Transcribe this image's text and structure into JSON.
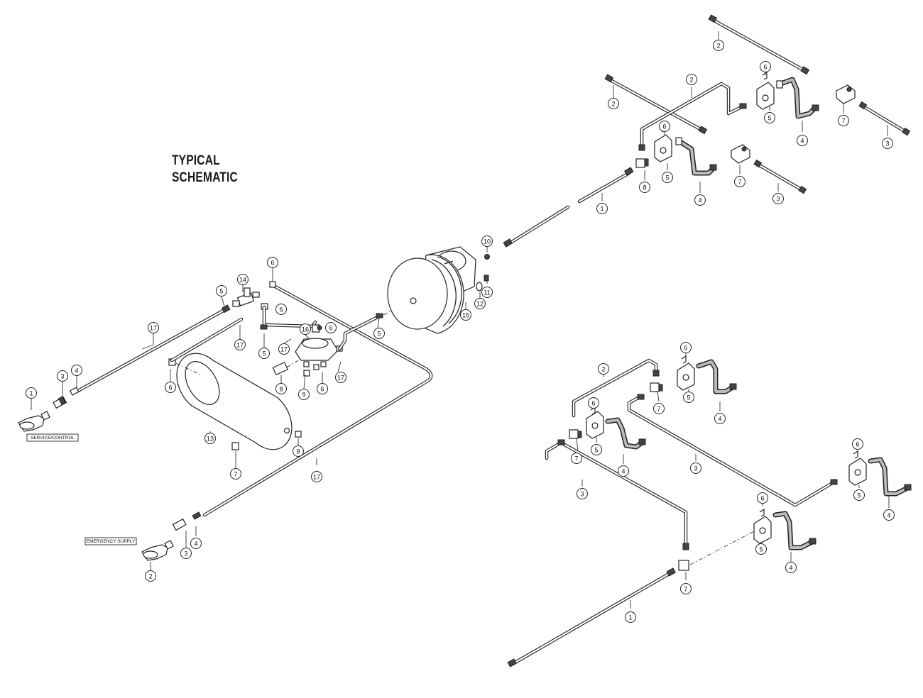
{
  "title": {
    "line1": "TYPICAL",
    "line2": "SCHEMATIC"
  },
  "labels": {
    "service_control": "SERVICE/CONTROL",
    "emergency_supply": "EMERGENCY SUPPLY"
  },
  "callout_numbers": [
    "1",
    "2",
    "3",
    "4",
    "5",
    "6",
    "7",
    "8",
    "9",
    "10",
    "11",
    "12",
    "13",
    "14",
    "15",
    "16",
    "17"
  ]
}
